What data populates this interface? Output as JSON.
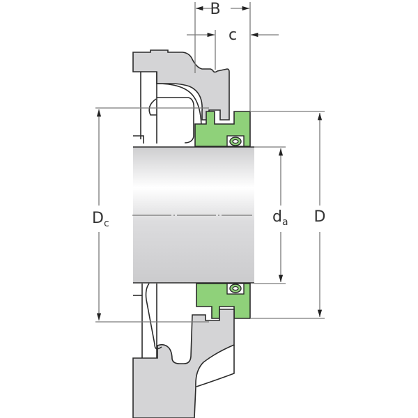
{
  "diagram": {
    "type": "bearing-unit-cross-section",
    "colors": {
      "housing": "#d4d4d6",
      "seal_insert": "#8fd17a",
      "shaft_light": "#ffffff",
      "shaft_dark": "#cfcfd1",
      "outline": "#2b2b2b",
      "dimension_line": "#7a7a7a"
    },
    "dimensions": {
      "B": {
        "label": "B"
      },
      "c": {
        "label": "c"
      },
      "Dc": {
        "label": "D",
        "subscript": "c"
      },
      "da": {
        "label": "d",
        "subscript": "a"
      },
      "D": {
        "label": "D"
      }
    }
  }
}
